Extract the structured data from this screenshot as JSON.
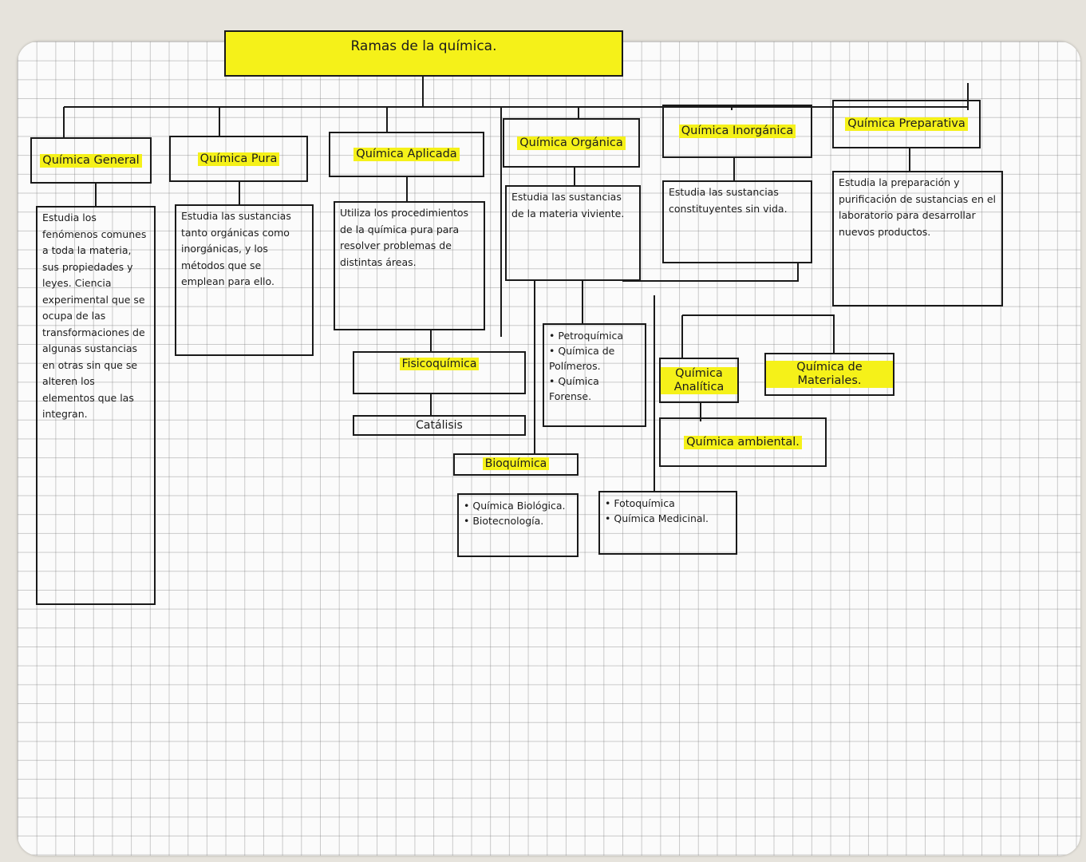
{
  "title": "Ramas de la química.",
  "branches": {
    "general": {
      "name": "Química General",
      "description": "Estudia los fenómenos comunes a toda la materia, sus propiedades y leyes. Ciencia experimental que se ocupa de las transformaciones de algunas sustancias en otras sin que se alteren los elementos que las integran."
    },
    "pura": {
      "name": "Química Pura",
      "description": "Estudia las sustancias tanto orgánicas como inorgánicas, y los métodos que se emplean para ello."
    },
    "aplicada": {
      "name": "Química Aplicada",
      "description": "Utiliza los procedimientos de la química pura para resolver problemas de distintas áreas."
    },
    "organica": {
      "name": "Química Orgánica",
      "description": "Estudia las sustancias de la materia viviente."
    },
    "inorganica": {
      "name": "Química Inorgánica",
      "description": "Estudia las sustancias constituyentes sin vida."
    },
    "preparativa": {
      "name": "Química Preparativa",
      "description": "Estudia la preparación y purificación de sustancias en el laboratorio para desarrollar nuevos productos."
    }
  },
  "sub_branches": {
    "fisicoquimica": "Fisicoquímica",
    "catalisis": "Catálisis",
    "bioquimica": "Bioquímica",
    "bioquimica_items": [
      "Química Biológica.",
      "Biotecnología."
    ],
    "organica_items": [
      "Petroquímica",
      "Química de Polímeros.",
      "Química Forense."
    ],
    "analitica": "Química Analítica",
    "materiales": "Química de Materiales.",
    "ambiental": "Química ambiental.",
    "inorganica_items": [
      "Fotoquímica",
      "Química Medicinal."
    ]
  },
  "colors": {
    "highlight": "#f5f119",
    "ink": "#1a1a1a",
    "paper": "#fbfbfb",
    "grid": "#9a9a9a"
  }
}
